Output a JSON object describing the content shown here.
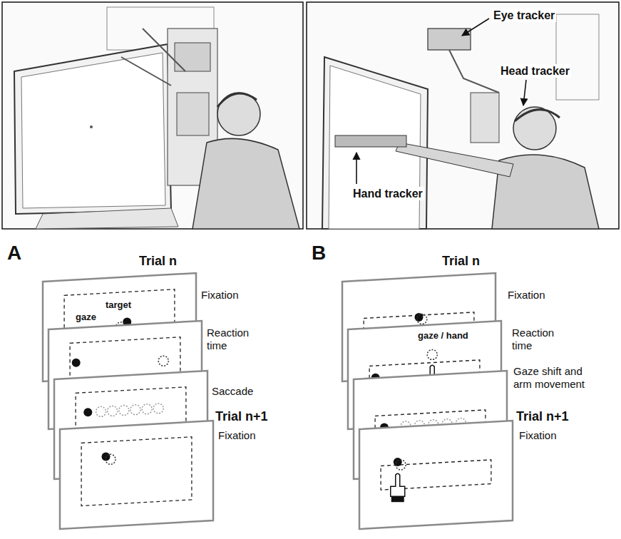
{
  "diagram": {
    "labels": [
      "Eye tracker",
      "Head tracker",
      "Hand tracker",
      "A",
      "B",
      "Trial n",
      "Fixation",
      "target",
      "gaze",
      "Reaction time",
      "Saccade",
      "Trial n+1",
      "Fixation",
      "Trial n",
      "Fixation",
      "gaze / hand",
      "Reaction time",
      "Gaze shift and arm movement",
      "Trial n+1",
      "Fixation"
    ]
  }
}
